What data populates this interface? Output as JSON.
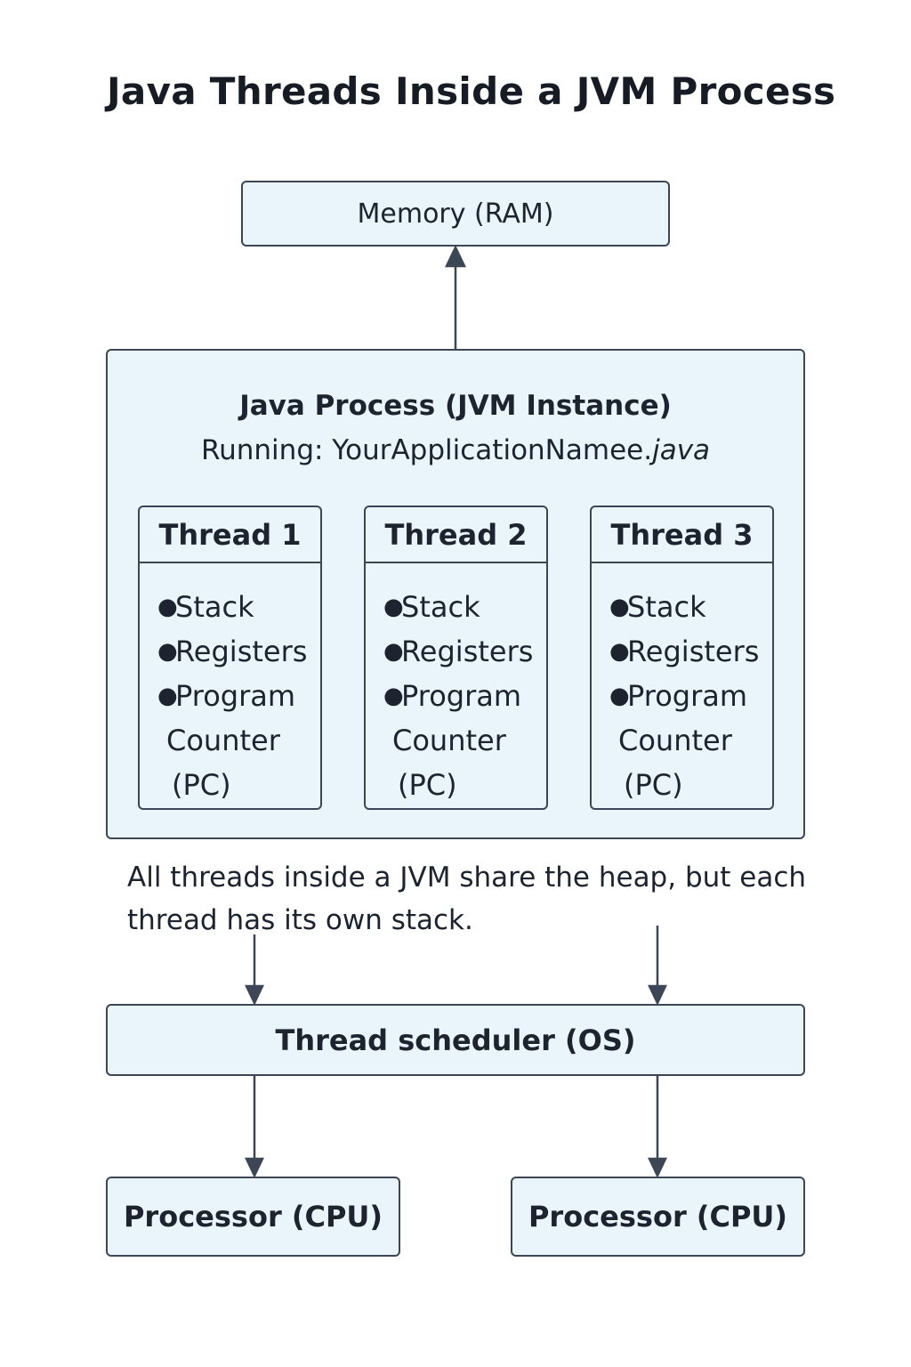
{
  "title": "Java Threads Inside a JVM Process",
  "memory": {
    "label": "Memory (RAM)"
  },
  "process": {
    "title": "Java Process (JVM Instance)",
    "subtitle_prefix": "Running: YourApplicationNamee.",
    "subtitle_ext": "java"
  },
  "threads": [
    {
      "name": "Thread 1",
      "items": [
        "Stack",
        "Registers",
        "Program"
      ],
      "item_cont_1": "Counter",
      "item_cont_2": "(PC)"
    },
    {
      "name": "Thread 2",
      "items": [
        "Stack",
        "Registers",
        "Program"
      ],
      "item_cont_1": "Counter",
      "item_cont_2": "(PC)"
    },
    {
      "name": "Thread 3",
      "items": [
        "Stack",
        "Registers",
        "Program"
      ],
      "item_cont_1": "Counter",
      "item_cont_2": "(PC)"
    }
  ],
  "note": {
    "line1": "All threads inside a JVM share the heap, but each",
    "line2": "thread has its own stack."
  },
  "scheduler": {
    "label": "Thread scheduler (OS)"
  },
  "processors": [
    {
      "label": "Processor (CPU)"
    },
    {
      "label": "Processor (CPU)"
    }
  ],
  "colors": {
    "box_fill": "#e9f4fb",
    "box_border": "#3c4654",
    "arrow": "#3c4654"
  }
}
